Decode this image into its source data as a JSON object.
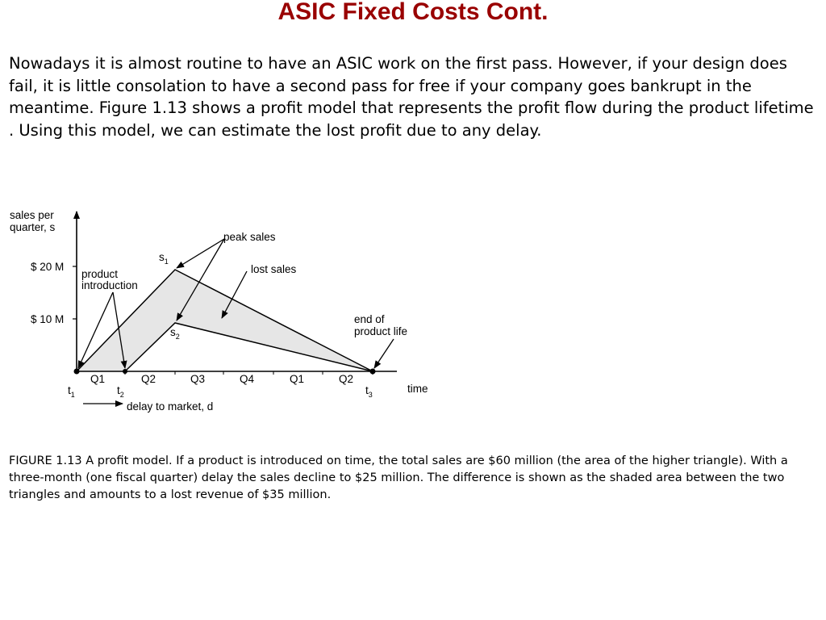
{
  "slide": {
    "title": "ASIC Fixed Costs Cont.",
    "body": "Nowadays it is almost routine to have an ASIC work on the first pass. However, if your design does fail, it is little consolation to have a second pass for free if your company goes bankrupt in the meantime. Figure 1.13 shows a profit model that represents the profit flow during the product lifetime . Using this model, we can estimate the lost profit due to any delay.",
    "caption": "FIGURE 1.13  A profit model. If a product is introduced on time, the total sales are $60 million (the area of the higher triangle). With a three-month (one fiscal quarter) delay the sales decline to $25 million. The difference is shown as the shaded area between the two triangles and amounts to a lost revenue of $35 million."
  },
  "figure": {
    "y_axis_label": [
      "sales per",
      "quarter, s"
    ],
    "y_ticks": [
      "$ 20 M",
      "$ 10 M"
    ],
    "x_axis_label": "time",
    "quarters": [
      "Q1",
      "Q2",
      "Q3",
      "Q4",
      "Q1",
      "Q2"
    ],
    "time_markers": [
      {
        "base": "t",
        "sub": "1"
      },
      {
        "base": "t",
        "sub": "2"
      },
      {
        "base": "t",
        "sub": "3"
      }
    ],
    "peak_markers": [
      {
        "base": "s",
        "sub": "1"
      },
      {
        "base": "s",
        "sub": "2"
      }
    ],
    "annotations": {
      "product_introduction": [
        "product",
        "introduction"
      ],
      "peak_sales": "peak sales",
      "lost_sales": "lost sales",
      "end_of_life": [
        "end of",
        "product life"
      ],
      "delay_to_market": "delay to market, d"
    },
    "colors": {
      "shaded_region": "#e6e6e6",
      "line": "#000000"
    }
  }
}
